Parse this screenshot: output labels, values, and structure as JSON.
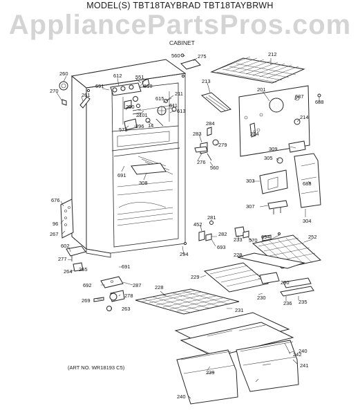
{
  "header": {
    "models": "MODEL(S) TBT18TAYBRAD TBT18TAYBRWH",
    "watermark": "AppliancePartsPros.com",
    "section": "CABINET"
  },
  "footer": {
    "art_no": "(ART NO. WR18193 C5)"
  },
  "labels": {
    "l560a": "560",
    "l275": "275",
    "l212": "212",
    "l260": "260",
    "l612": "612",
    "l551": "551",
    "l691a": "691",
    "l610": "610",
    "l270": "270",
    "l261": "261",
    "l213": "213",
    "l201": "201",
    "l211": "211",
    "l615": "615",
    "l687": "687",
    "l688a": "688",
    "l280": "280",
    "l611": "611",
    "l613": "613",
    "l2101": "2101",
    "l296": "296",
    "l573": "573",
    "l14": "14",
    "l284": "284",
    "l214a": "214",
    "l214b": "214",
    "l283": "283",
    "l279": "279",
    "l276": "276",
    "l560b": "560",
    "l691b": "691",
    "l308": "308",
    "l309": "309",
    "l305": "305",
    "l303": "303",
    "l688b": "688",
    "l676": "676",
    "l96": "96",
    "l267": "267",
    "l307": "307",
    "l304": "304",
    "l281": "281",
    "l452": "452",
    "l282": "282",
    "l233": "233",
    "l570": "570",
    "l694": "694",
    "l252": "252",
    "l693": "693",
    "l602": "602",
    "l277": "277",
    "l294": "294",
    "l264": "264",
    "l265": "265",
    "l691c": "691",
    "l229a": "229",
    "l229b": "229",
    "l692": "692",
    "l287": "287",
    "l228": "228",
    "l230a": "230",
    "l230b": "230",
    "l236": "236",
    "l235": "235",
    "l278": "278",
    "l269": "269",
    "l263": "263",
    "l231": "231",
    "l242": "242",
    "l240a": "240",
    "l239": "239",
    "l241": "241",
    "l240b": "240"
  }
}
